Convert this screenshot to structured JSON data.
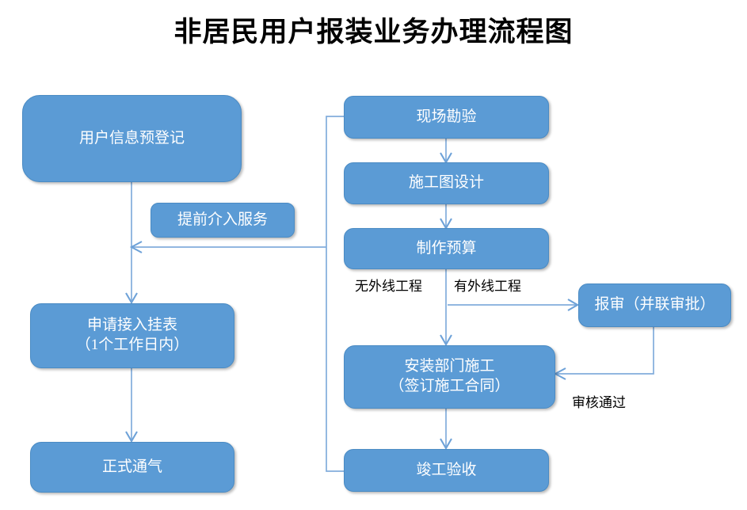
{
  "title": "非居民用户报装业务办理流程图",
  "theme": {
    "node_fill": "#5B9BD5",
    "node_text": "#FFFFFF",
    "connector": "#82ADDC",
    "label_text": "#000000",
    "background": "#FFFFFF"
  },
  "nodes": {
    "pre_register": {
      "label": "用户信息预登记"
    },
    "early_service": {
      "label": "提前介入服务"
    },
    "apply_meter": {
      "label": "申请接入挂表\n（1个工作日内）"
    },
    "formal_gas": {
      "label": "正式通气"
    },
    "site_survey": {
      "label": "现场勘验"
    },
    "drawing_design": {
      "label": "施工图设计"
    },
    "make_budget": {
      "label": "制作预算"
    },
    "report_review": {
      "label": "报审（并联审批）"
    },
    "install_dept": {
      "label": "安装部门施工\n（签订施工合同）"
    },
    "completion_check": {
      "label": "竣工验收"
    }
  },
  "edge_labels": {
    "no_external": "无外线工程",
    "has_external": "有外线工程",
    "review_passed": "审核通过"
  },
  "flow": {
    "type": "flowchart",
    "edges": [
      {
        "from": "pre_register",
        "to": "apply_meter",
        "label": ""
      },
      {
        "from": "apply_meter",
        "to": "formal_gas",
        "label": ""
      },
      {
        "from": "site_survey",
        "to": "drawing_design",
        "label": ""
      },
      {
        "from": "drawing_design",
        "to": "make_budget",
        "label": ""
      },
      {
        "from": "make_budget",
        "to": "install_dept",
        "label": "无外线工程"
      },
      {
        "from": "make_budget",
        "to": "report_review",
        "label": "有外线工程"
      },
      {
        "from": "report_review",
        "to": "install_dept",
        "label": "审核通过"
      },
      {
        "from": "install_dept",
        "to": "completion_check",
        "label": ""
      },
      {
        "from": "completion_check",
        "to": "pre_register",
        "label": ""
      },
      {
        "from": "site_survey",
        "to": "pre_register",
        "label": ""
      }
    ]
  }
}
